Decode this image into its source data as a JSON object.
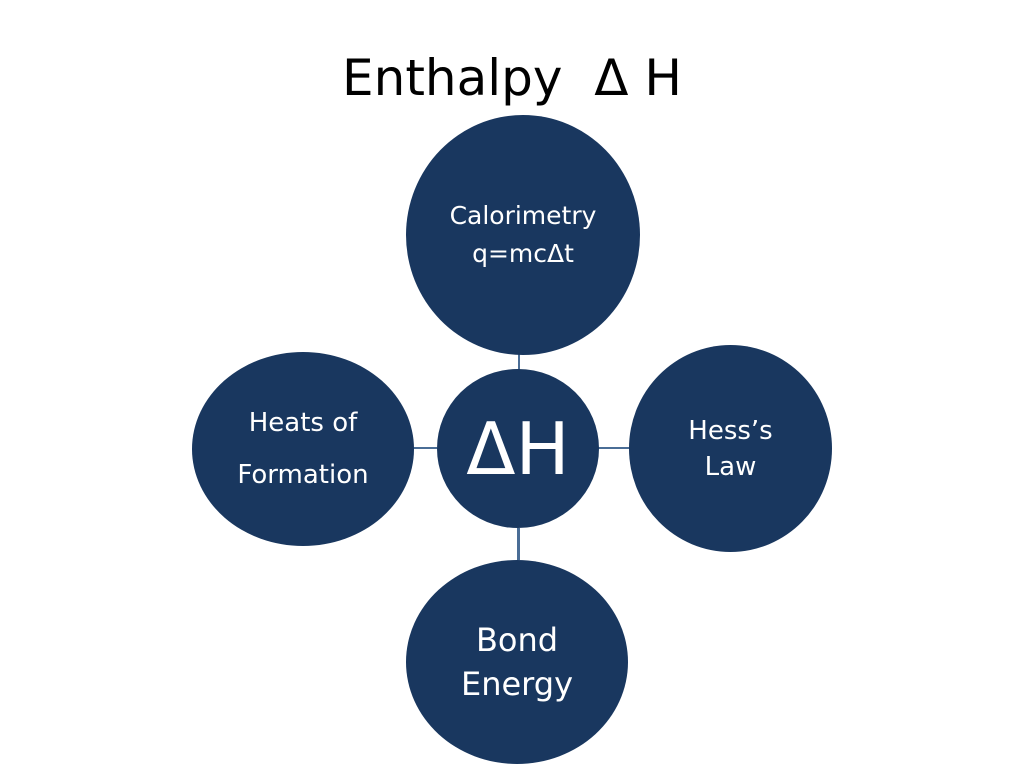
{
  "title": "Enthalpy  Δ H",
  "colors": {
    "node_fill": "#19375f",
    "connector": "#4a6d96",
    "text": "#ffffff"
  },
  "center": {
    "label": "ΔH"
  },
  "nodes": {
    "top": {
      "lines": [
        "Calorimetry",
        "q=mcΔt"
      ]
    },
    "left": {
      "lines": [
        "Heats of",
        "Formation"
      ]
    },
    "right": {
      "lines": [
        "Hess’s",
        "Law"
      ]
    },
    "bottom": {
      "lines": [
        "Bond",
        "Energy"
      ]
    }
  }
}
